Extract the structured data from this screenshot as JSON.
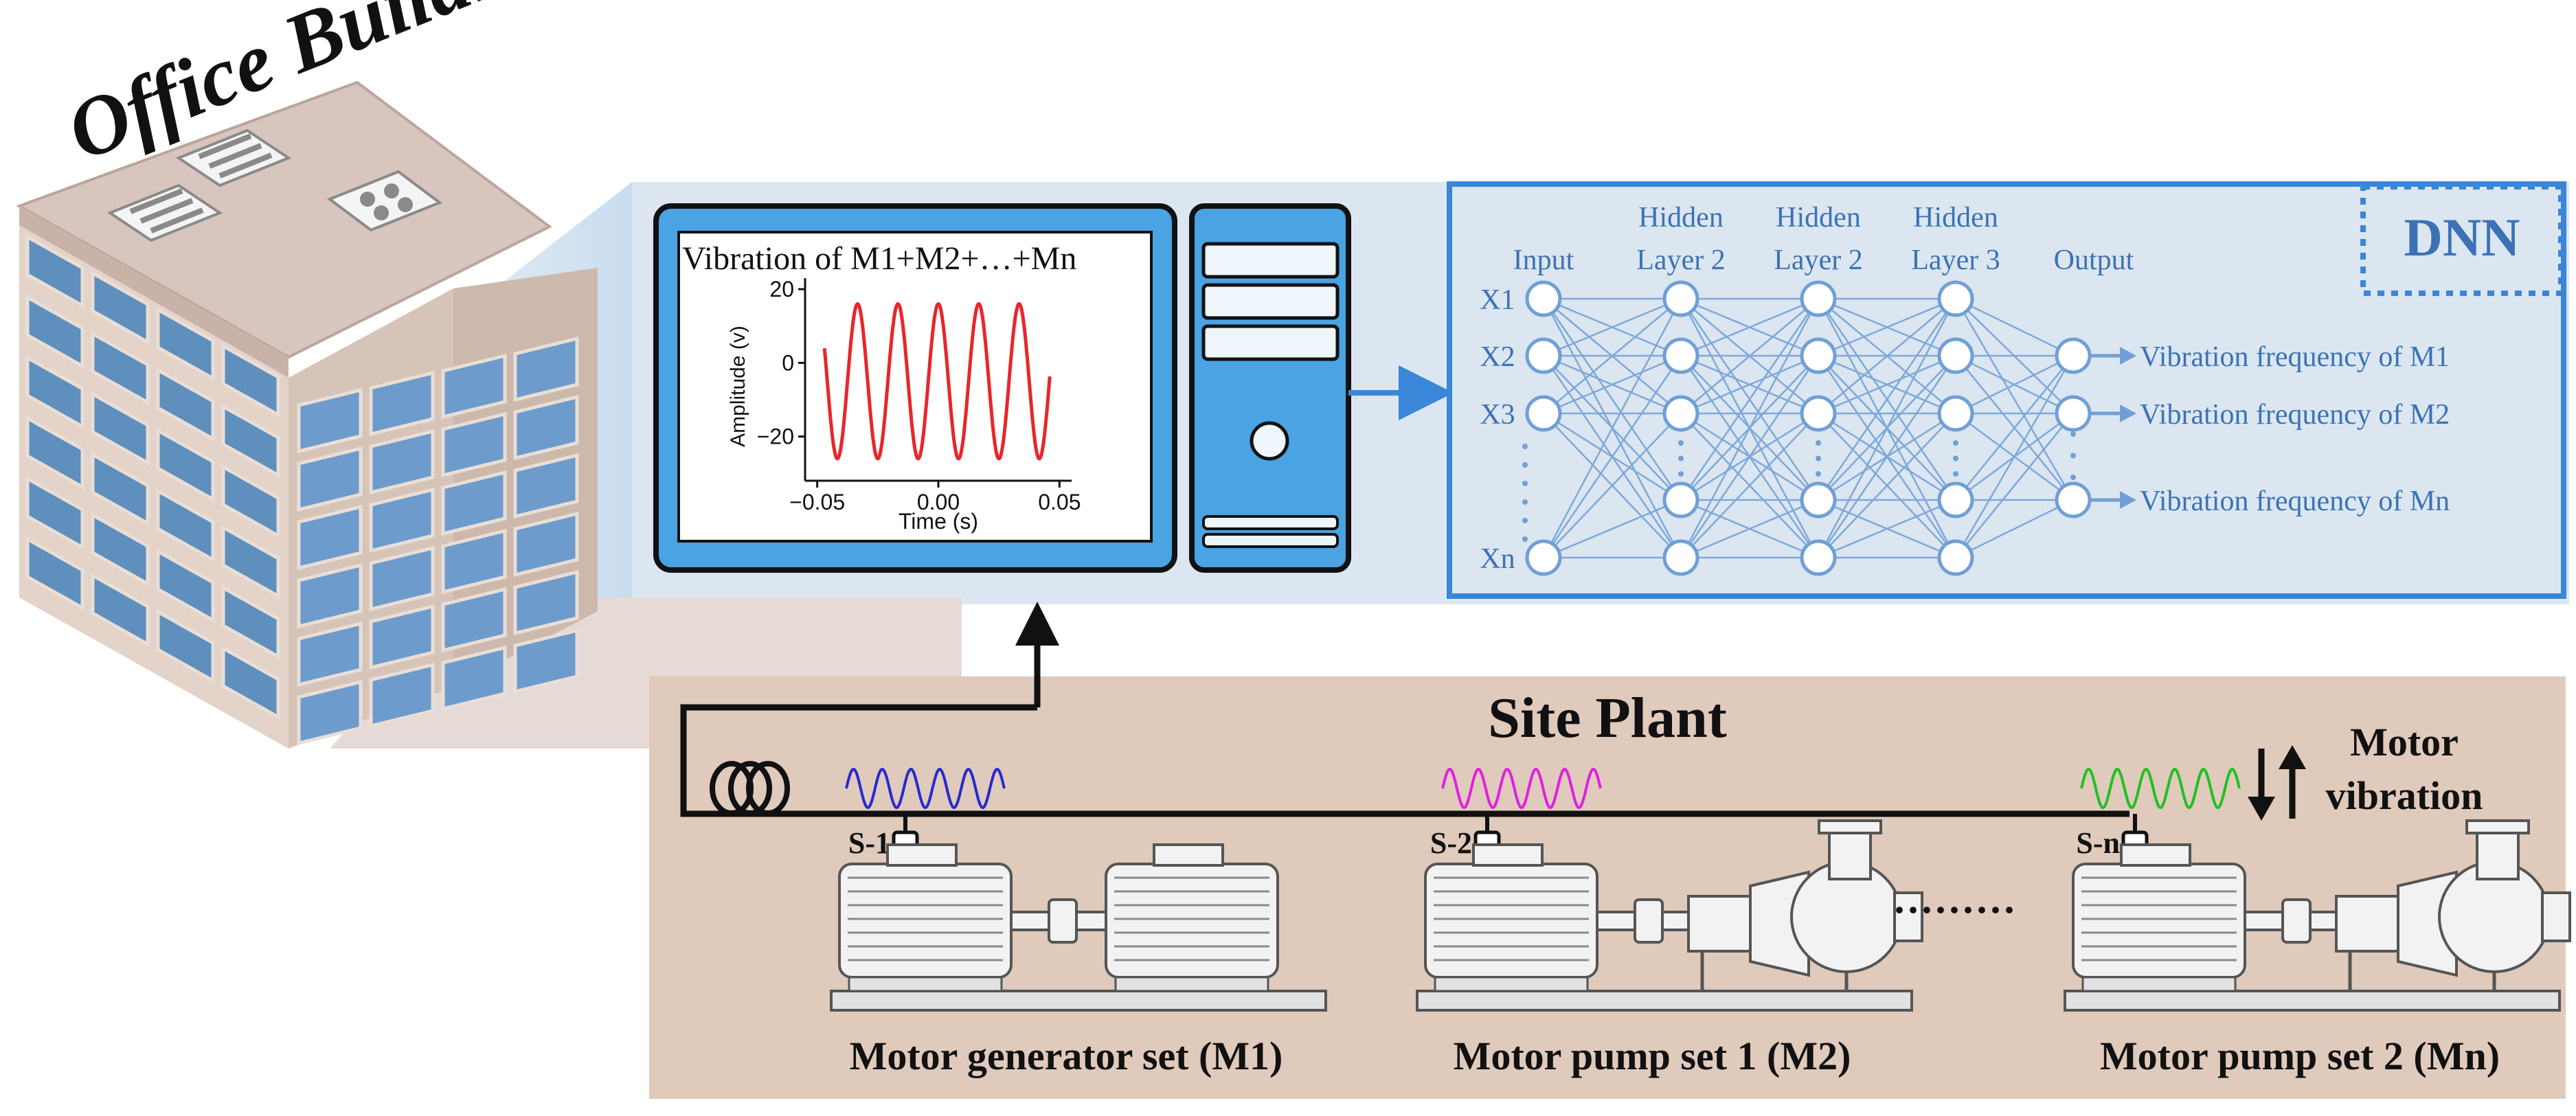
{
  "building": {
    "title": "Office Building"
  },
  "monitor": {
    "chart_data": {
      "type": "line",
      "title": "Vibration of M1+M2+…+Mn",
      "xlabel": "Time (s)",
      "ylabel": "Amplitude (v)",
      "xlim": [
        -0.055,
        0.055
      ],
      "ylim": [
        -32,
        23
      ],
      "x_ticks": [
        -0.05,
        0.0,
        0.05
      ],
      "x_tick_labels": [
        "−0.05",
        "0.00",
        "0.05"
      ],
      "y_ticks": [
        20,
        0,
        -20
      ],
      "y_tick_labels": [
        "20",
        "0",
        "−20"
      ],
      "series": [
        {
          "amplitude": 21,
          "offset": -5,
          "frequency_hz": 60,
          "x_start": -0.047,
          "x_end": 0.046,
          "color": "#e8262b"
        }
      ],
      "grid": false
    }
  },
  "dnn": {
    "badge": "DNN",
    "layer_titles": [
      {
        "line1": "",
        "line2": "Input"
      },
      {
        "line1": "Hidden",
        "line2": "Layer 2"
      },
      {
        "line1": "Hidden",
        "line2": "Layer 2"
      },
      {
        "line1": "Hidden",
        "line2": "Layer 3"
      },
      {
        "line1": "",
        "line2": "Output"
      }
    ],
    "input_labels": [
      "X1",
      "X2",
      "X3",
      "Xn"
    ],
    "outputs": [
      "Vibration frequency of M1",
      "Vibration frequency of M2",
      "Vibration frequency of Mn"
    ],
    "colors": {
      "frame": "#3a86d8",
      "node": "#6f9fd6",
      "text": "#3c72b5",
      "edge": "#7ea8da"
    }
  },
  "plant": {
    "title": "Site Plant",
    "motor_vibration_line1": "Motor",
    "motor_vibration_line2": "vibration",
    "sensors": [
      "S-1",
      "S-2",
      "S-n"
    ],
    "wave_colors": [
      "#2828d0",
      "#e020e0",
      "#20c020"
    ],
    "machines": [
      {
        "label": "Motor generator set (M1)",
        "kind": "generator"
      },
      {
        "label": "Motor pump set 1 (M2)",
        "kind": "pump"
      },
      {
        "label": "Motor pump set 2 (Mn)",
        "kind": "pump"
      }
    ],
    "ellipsis": "·········"
  }
}
